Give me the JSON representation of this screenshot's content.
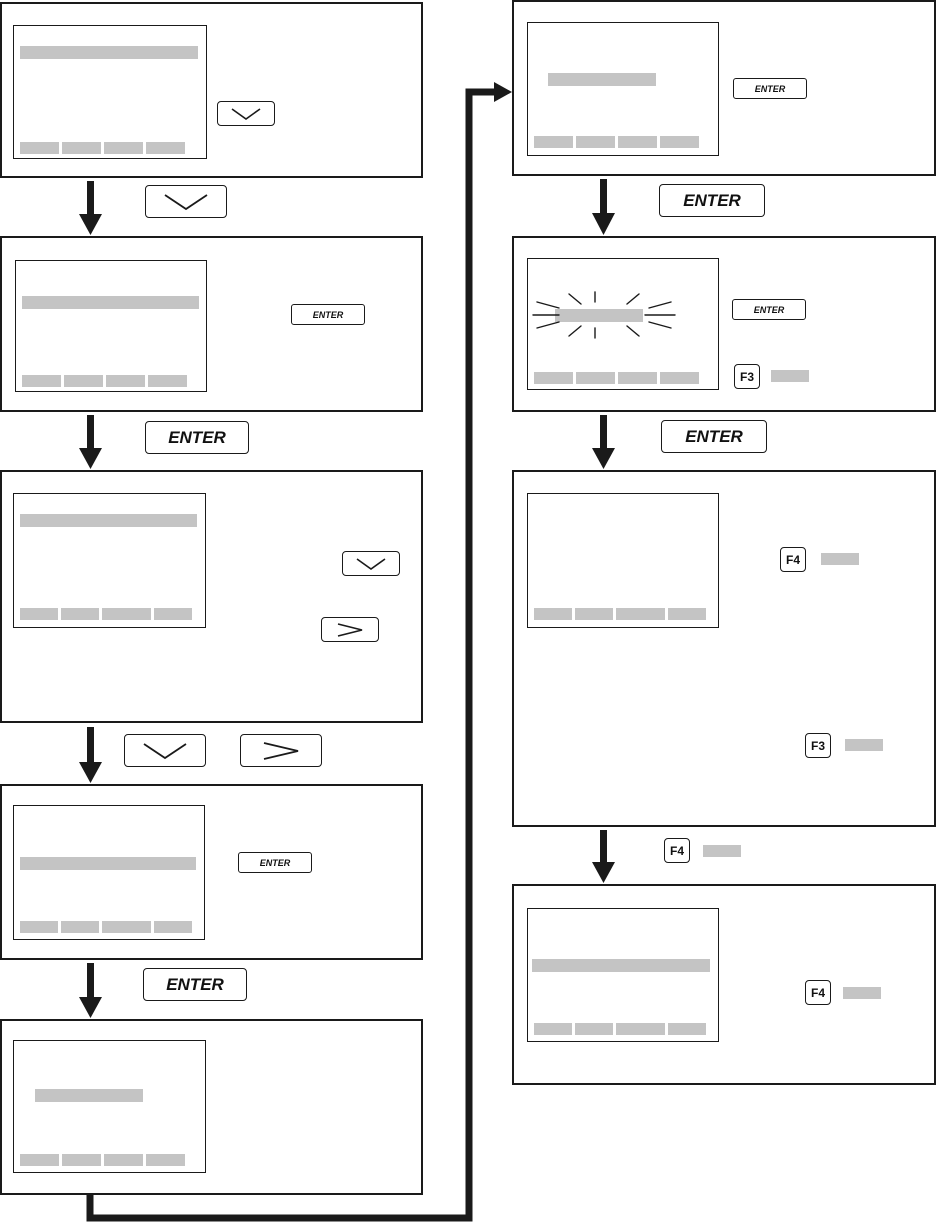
{
  "keys": {
    "enter": "ENTER",
    "f3": "F3",
    "f4": "F4"
  },
  "icons": {
    "down": "chevron-down-icon",
    "right": "chevron-right-icon",
    "flow": "arrow-down-icon"
  },
  "colors": {
    "stroke": "#1a1a1a",
    "placeholder": "#c4c4c4"
  }
}
